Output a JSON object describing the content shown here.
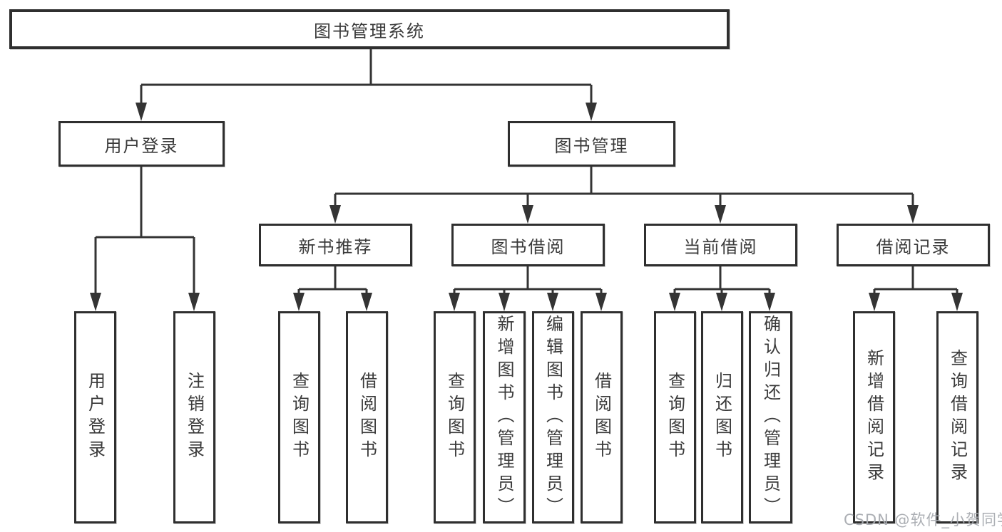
{
  "diagram": {
    "root": {
      "label": "图书管理系统"
    },
    "user_branch": {
      "label": "用户登录",
      "children": [
        {
          "label": "用户登录"
        },
        {
          "label": "注销登录"
        }
      ]
    },
    "book_branch": {
      "label": "图书管理",
      "sections": [
        {
          "label": "新书推荐",
          "children": [
            {
              "label": "查询图书"
            },
            {
              "label": "借阅图书"
            }
          ]
        },
        {
          "label": "图书借阅",
          "children": [
            {
              "label": "查询图书"
            },
            {
              "label": "新增图书（管理员）"
            },
            {
              "label": "编辑图书（管理员）"
            },
            {
              "label": "借阅图书"
            }
          ]
        },
        {
          "label": "当前借阅",
          "children": [
            {
              "label": "查询图书"
            },
            {
              "label": "归还图书"
            },
            {
              "label": "确认归还（管理员）"
            }
          ]
        },
        {
          "label": "借阅记录",
          "children": [
            {
              "label": "新增借阅记录"
            },
            {
              "label": "查询借阅记录"
            }
          ]
        }
      ]
    },
    "watermark": {
      "text": "CSDN @软件_小贺同学"
    }
  }
}
